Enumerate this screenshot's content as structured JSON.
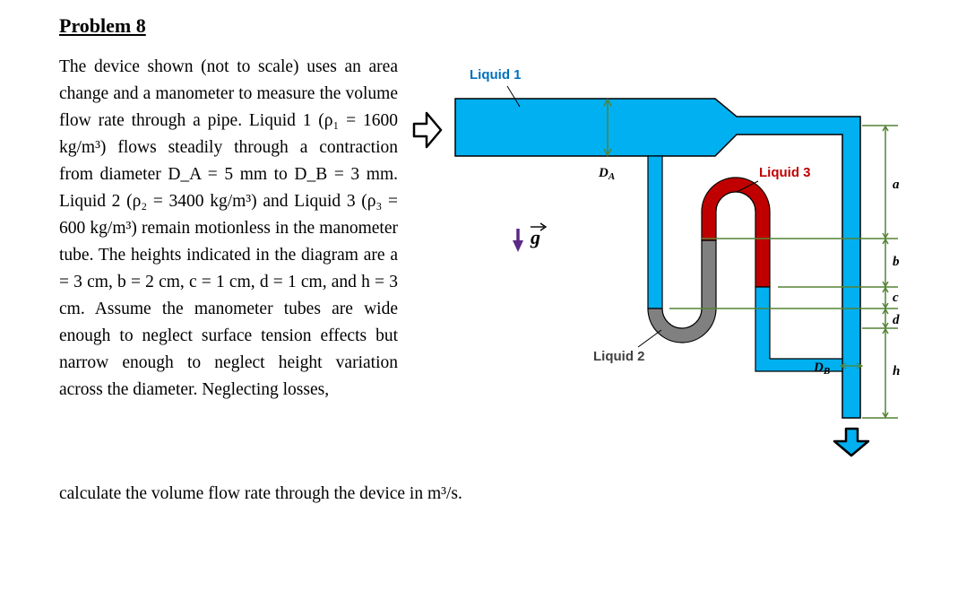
{
  "title": "Problem 8",
  "text_main": "The device shown (not to scale) uses an area change and a manometer to measure the volume flow rate through a pipe. Liquid 1 (ρ₁ = 1600 kg/m³) flows steadily through a contraction from diameter D_A = 5 mm to D_B = 3 mm. Liquid 2 (ρ₂ = 3400 kg/m³) and Liquid 3 (ρ₃ = 600 kg/m³) remain motionless in the manometer tube. The heights indicated in the diagram are a = 3 cm, b = 2 cm, c = 1 cm, d = 1 cm, and h = 3 cm. Assume the manometer tubes are wide enough to neglect surface tension effects but narrow enough to neglect height variation across the diameter. Neglecting losses,",
  "text_last": "calculate the volume flow rate through the device in m³/s.",
  "figure": {
    "liquid1_label": "Liquid 1",
    "liquid2_label": "Liquid 2",
    "liquid3_label": "Liquid 3",
    "da_label": "D",
    "da_sub": "A",
    "db_label": "D",
    "db_sub": "B",
    "gravity_label": "g",
    "dim_a": "a",
    "dim_b": "b",
    "dim_c": "c",
    "dim_d": "d",
    "dim_h": "h",
    "colors": {
      "liquid1": "#00b0f0",
      "liquid2": "#808080",
      "liquid3": "#c00000",
      "dimension": "#548235",
      "arrow_fill": "#00b0f0",
      "gravity": "#5b2a86"
    }
  }
}
